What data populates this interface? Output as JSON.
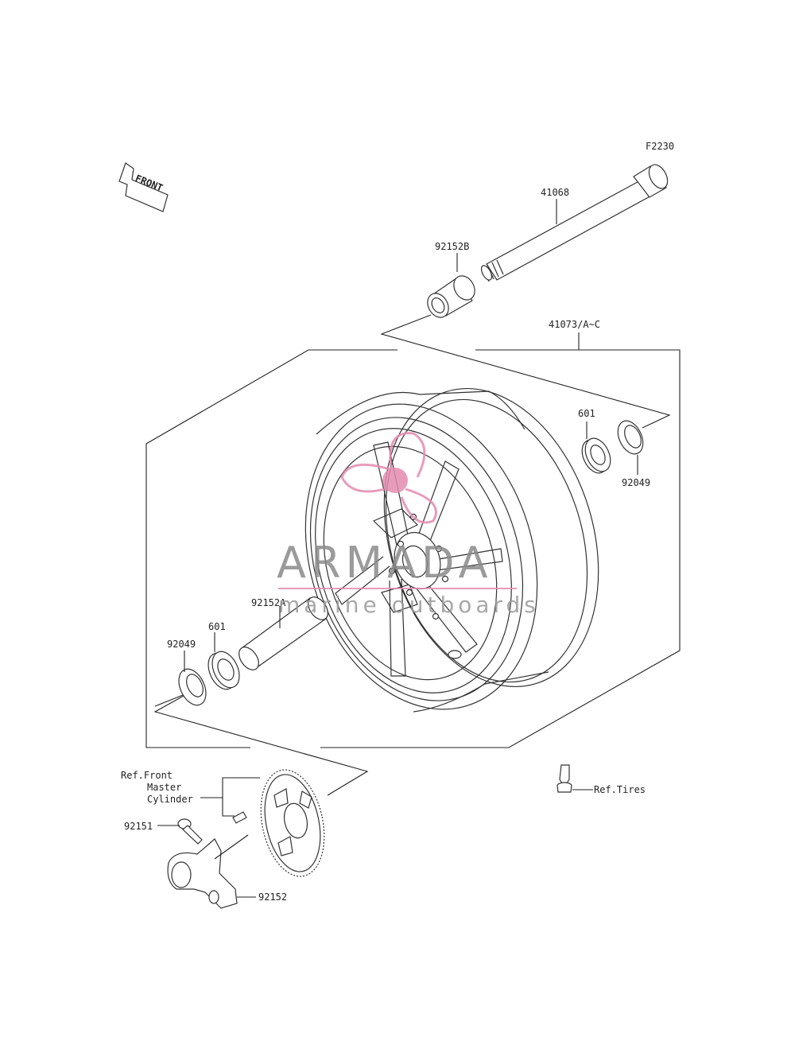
{
  "diagram": {
    "code": "F2230",
    "front_arrow_label": "FRONT",
    "watermark": {
      "brand": "ARMADA",
      "tagline": "marine outboards",
      "logo_color": "#e58bb0"
    },
    "callouts": {
      "axle": "41068",
      "collar_b": "92152B",
      "wheel_assy": "41073/A~C",
      "bearing_right": "601",
      "seal_right": "92049",
      "collar_a": "92152A",
      "bearing_left": "601",
      "seal_left": "92049",
      "ref_master_line1": "Ref.Front",
      "ref_master_line2": "Master",
      "ref_master_line3": "Cylinder",
      "bolt": "92151",
      "collar": "92152",
      "ref_tires": "Ref.Tires"
    }
  }
}
